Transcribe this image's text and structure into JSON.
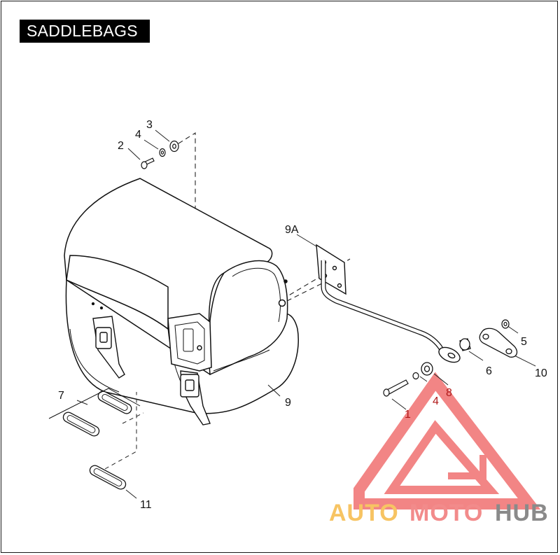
{
  "title": "SADDLEBAGS",
  "callouts": {
    "c1": "1",
    "c2": "2",
    "c3": "3",
    "c4_top": "4",
    "c4_bottom": "4",
    "c5": "5",
    "c6": "6",
    "c7": "7",
    "c8": "8",
    "c9": "9",
    "c9a": "9A",
    "c10": "10",
    "c11": "11"
  },
  "watermark": {
    "part1": "AUTO",
    "part2": "MOTO",
    "part3": "HUB",
    "color1": "#f7c463",
    "color2": "#f28b8b",
    "color3": "#8a8a8a",
    "logo_color": "#f07070"
  }
}
